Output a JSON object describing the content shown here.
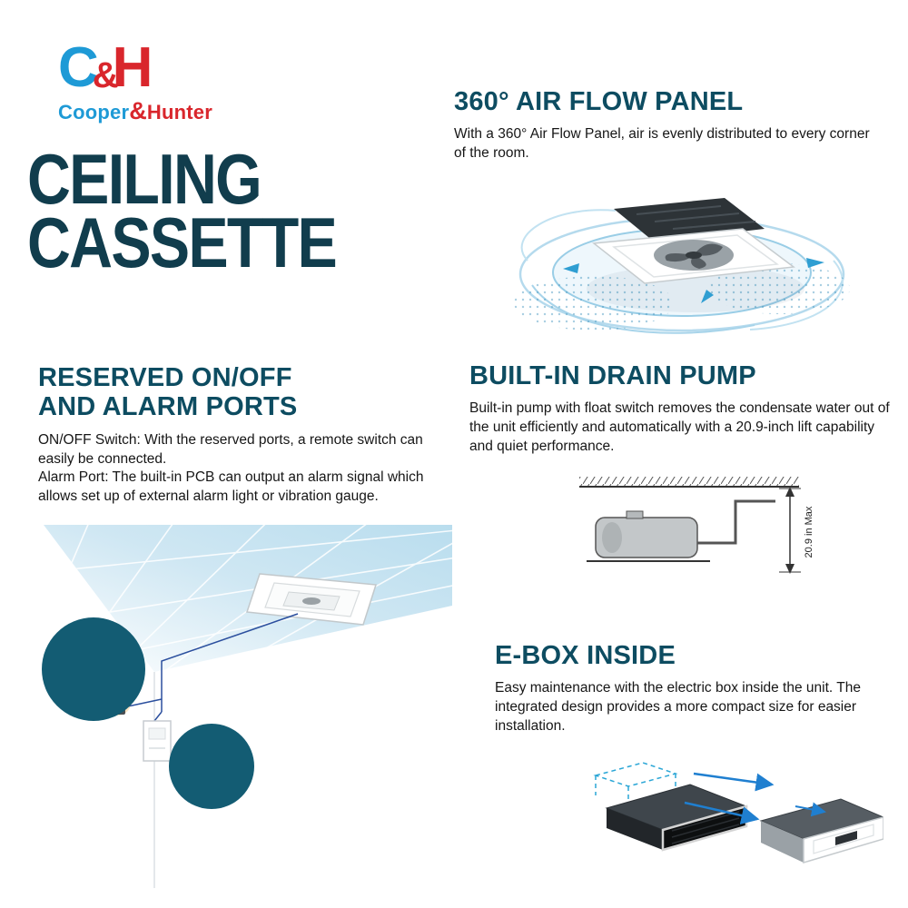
{
  "colors": {
    "heading_teal": "#0d4c61",
    "title_teal": "#113d4d",
    "logo_blue": "#1e9ad6",
    "logo_red": "#d9262c",
    "circle_teal": "#135c73",
    "arrow_blue": "#1f7fd0",
    "alarm_orange": "#f6991e"
  },
  "logo": {
    "letter_c": "C",
    "ampersand": "&",
    "letter_h": "H",
    "word_cooper": "Cooper",
    "word_amp": "&",
    "word_hunter": "Hunter"
  },
  "title": {
    "line1": "CEILING",
    "line2": "CASSETTE"
  },
  "sections": {
    "airflow": {
      "title": "360° AIR FLOW PANEL",
      "body": "With a 360° Air Flow Panel, air is evenly distributed to every corner of the room."
    },
    "ports": {
      "title_line1": "RESERVED ON/OFF",
      "title_line2": "AND ALARM PORTS",
      "para1": "ON/OFF Switch: With the reserved ports, a remote switch can easily be connected.",
      "para2": "Alarm Port: The built-in PCB can output an alarm signal which allows set up of external alarm light or vibration gauge."
    },
    "drain": {
      "title": "BUILT-IN DRAIN PUMP",
      "body": "Built-in pump with float switch removes the condensate water out of the unit efficiently and automatically with a 20.9-inch lift capability and quiet performance.",
      "dimension_label": "20.9 in Max"
    },
    "ebox": {
      "title": "E-BOX INSIDE",
      "body": "Easy maintenance with the electric box inside the unit. The integrated design provides a more compact size for easier installation."
    }
  }
}
